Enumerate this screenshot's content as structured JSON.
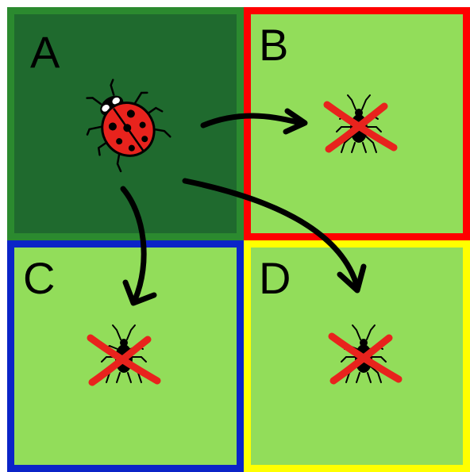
{
  "panels": {
    "a": {
      "label": "A"
    },
    "b": {
      "label": "B"
    },
    "c": {
      "label": "C"
    },
    "d": {
      "label": "D"
    }
  },
  "colors": {
    "panel_a_fill": "#1f6a2e",
    "panel_a_border": "#2b8a2f",
    "panel_fill": "#92dd5a",
    "panel_b_border": "#ff0000",
    "panel_c_border": "#0b24c8",
    "panel_d_border": "#ffff00",
    "ladybug": "#e8231d",
    "cross": "#e8231d"
  },
  "icons": {
    "predator": "ladybug-icon",
    "prey": "aphid-icon",
    "removed": "red-cross-icon"
  }
}
